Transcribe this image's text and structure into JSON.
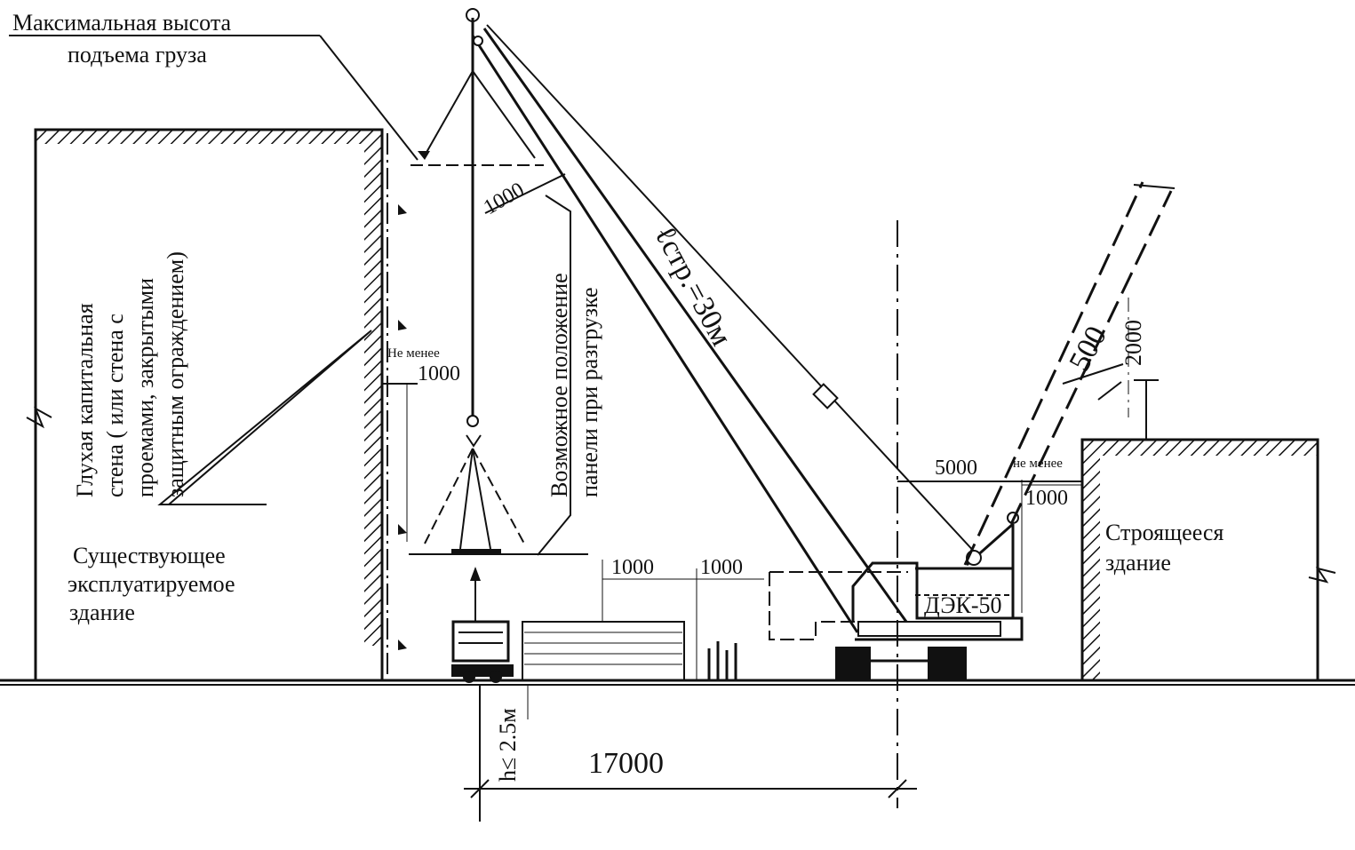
{
  "labels": {
    "max_height_line1": "Максимальная высота",
    "max_height_line2": "подъема груза",
    "wall_line1": "Глухая капитальная",
    "wall_line2": "стена ( или стена с",
    "wall_line3": "проемами, закрытыми",
    "wall_line4": "защитным ограждением)",
    "panel_line1": "Возможное положение",
    "panel_line2": "панели при разгрузке",
    "boom_length": "ℓстр.=30м",
    "existing_line1": "Существующее",
    "existing_line2": "эксплуатируемое",
    "existing_line3": "здание",
    "new_line1": "Строящееся",
    "new_line2": "здание",
    "crane_model": "ДЭК-50",
    "not_less": "Не менее",
    "not_less_right": "не менее",
    "height_limit": "h≤ 2.5м"
  },
  "dimensions": {
    "d_1000_hook": "1000",
    "d_1000_wall": "1000",
    "d_1000_stack": "1000",
    "d_1000_gap": "1000",
    "d_5000": "5000",
    "d_1000_right": "1000",
    "d_500": "500",
    "d_2000": "2000",
    "d_17000": "17000"
  },
  "colors": {
    "ink": "#111111",
    "paper": "#ffffff"
  }
}
